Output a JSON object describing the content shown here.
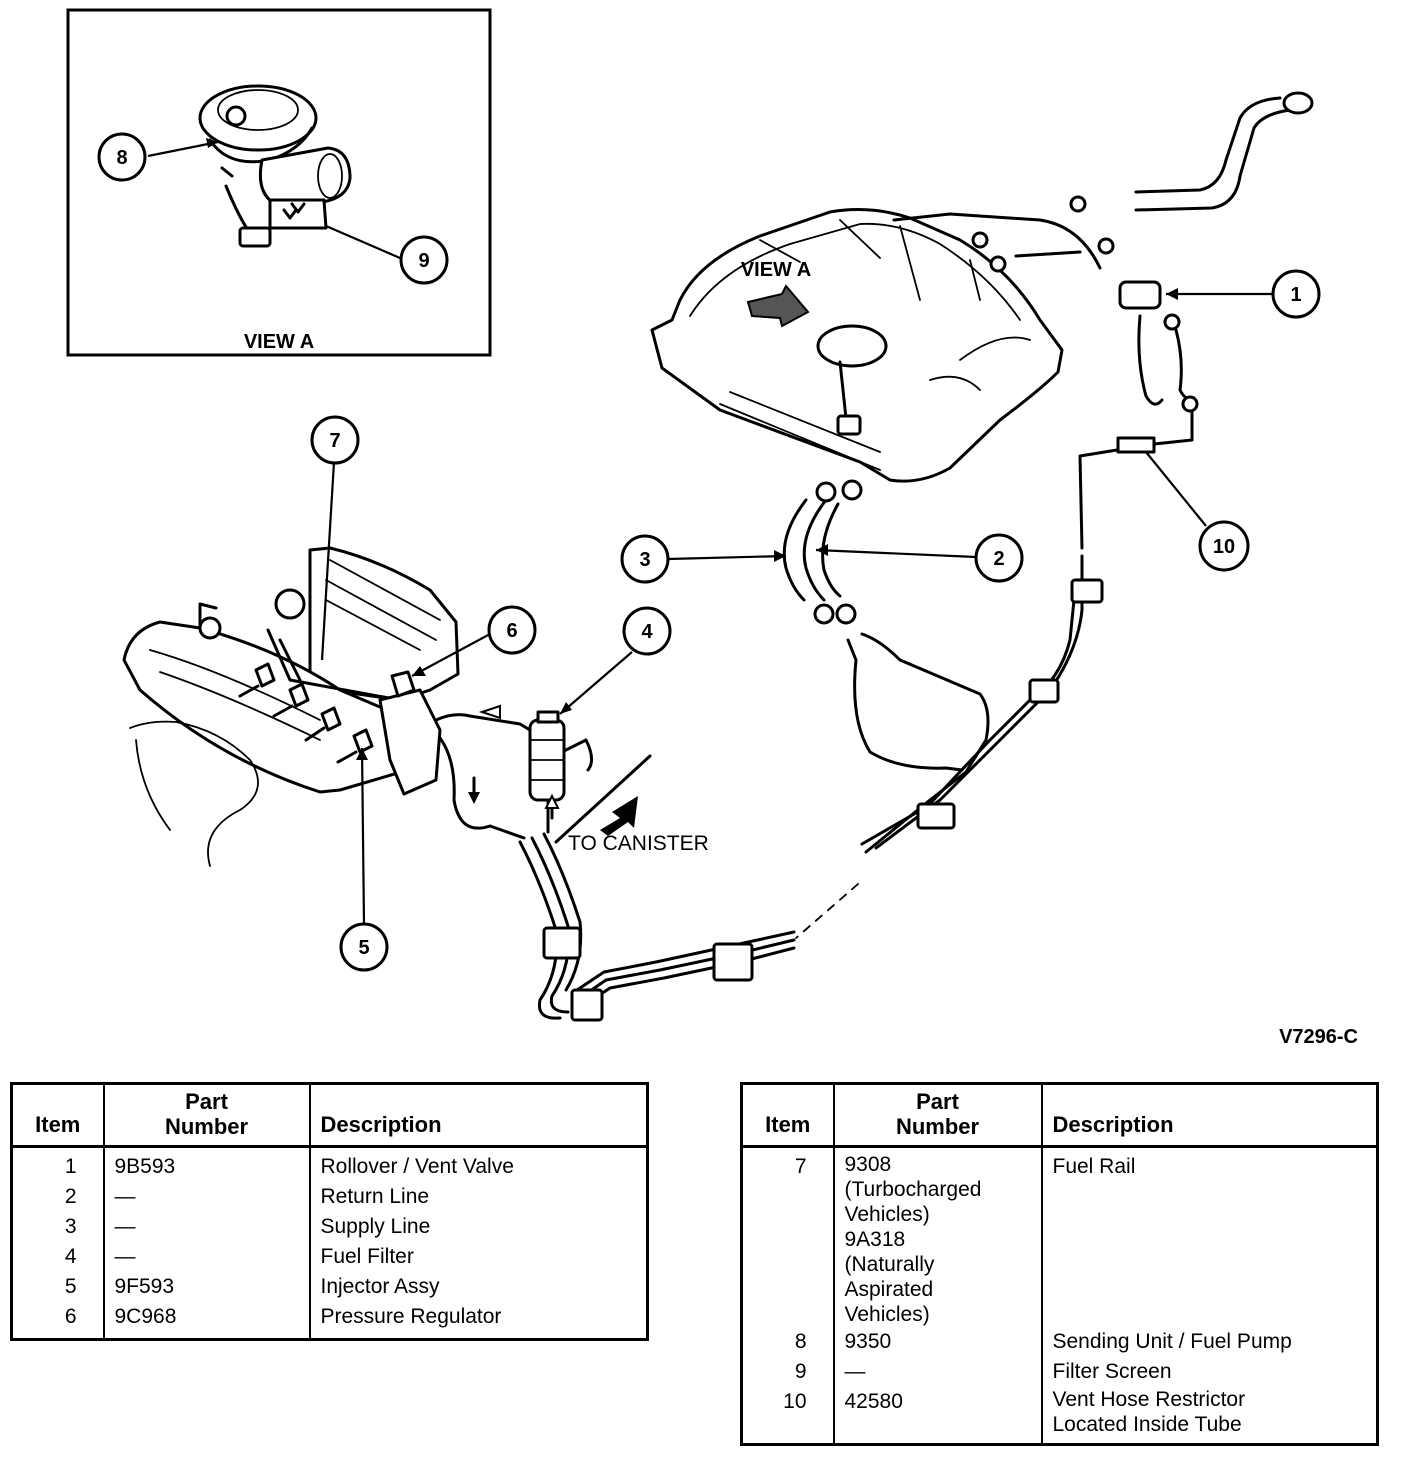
{
  "diagram": {
    "inset_label": "VIEW A",
    "tank_label": "VIEW A",
    "canister_label": "TO CANISTER",
    "figure_code": "V7296-C",
    "callouts": [
      "1",
      "2",
      "3",
      "4",
      "5",
      "6",
      "7",
      "8",
      "9",
      "10"
    ]
  },
  "table_left": {
    "headers": {
      "item": "Item",
      "part_number": "Part\nNumber",
      "description": "Description"
    },
    "rows": [
      {
        "item": "1",
        "part_number": "9B593",
        "description": "Rollover / Vent Valve"
      },
      {
        "item": "2",
        "part_number": "—",
        "description": "Return Line"
      },
      {
        "item": "3",
        "part_number": "—",
        "description": "Supply Line"
      },
      {
        "item": "4",
        "part_number": "—",
        "description": "Fuel Filter"
      },
      {
        "item": "5",
        "part_number": "9F593",
        "description": "Injector Assy"
      },
      {
        "item": "6",
        "part_number": "9C968",
        "description": "Pressure Regulator"
      }
    ]
  },
  "table_right": {
    "headers": {
      "item": "Item",
      "part_number": "Part\nNumber",
      "description": "Description"
    },
    "rows": [
      {
        "item": "7",
        "part_number": "9308\n(Turbocharged\nVehicles)\n9A318\n(Naturally\nAspirated\nVehicles)",
        "description": "Fuel Rail"
      },
      {
        "item": "8",
        "part_number": "9350",
        "description": "Sending Unit / Fuel Pump"
      },
      {
        "item": "9",
        "part_number": "—",
        "description": "Filter Screen"
      },
      {
        "item": "10",
        "part_number": "42580",
        "description": "Vent Hose Restrictor\nLocated Inside Tube"
      }
    ]
  }
}
